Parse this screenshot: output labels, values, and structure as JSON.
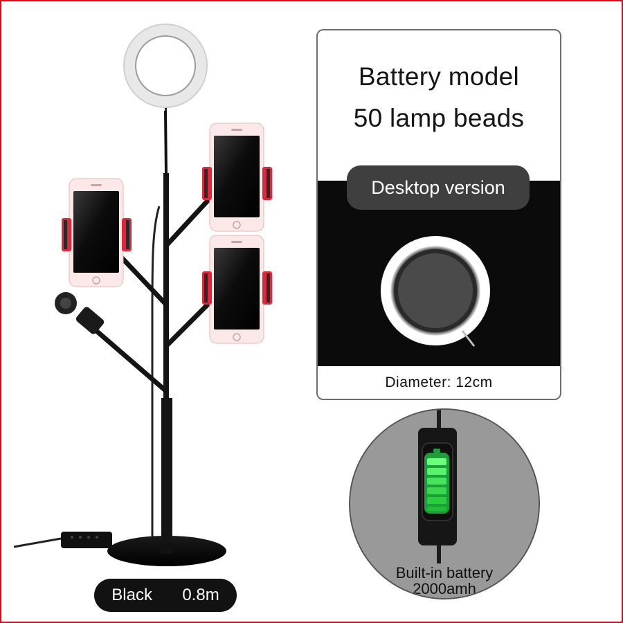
{
  "panel": {
    "title_line_1": "Battery model",
    "title_line_2": "50 lamp beads",
    "mode_label": "Desktop version",
    "diameter_label": "Diameter: 12cm"
  },
  "battery": {
    "line_1": "Built-in battery",
    "line_2": "2000amh"
  },
  "color_badge": {
    "color": "Black",
    "height": "0.8m"
  },
  "colors": {
    "frame": "#e30613",
    "text": "#141414",
    "panel_dark": "#0b0b0b",
    "badge": "#121212",
    "battery_green": "#29d64a"
  },
  "icons": [
    "ring-light-stand",
    "phone-holder",
    "ring-light-ring",
    "battery-switch",
    "microphone-clip"
  ]
}
